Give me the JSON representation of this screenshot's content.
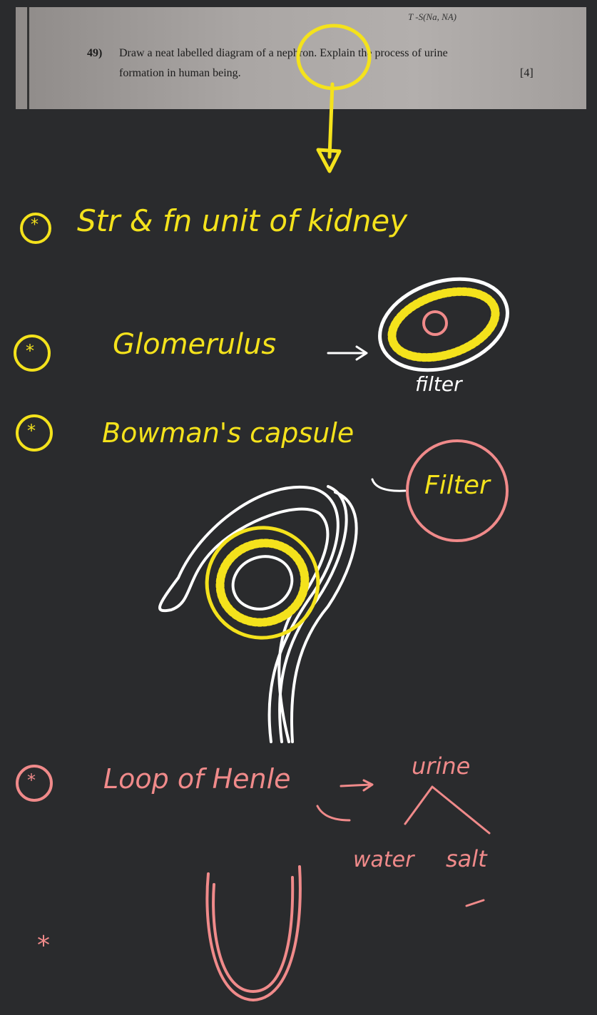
{
  "question": {
    "number": "49)",
    "line1": "Draw a neat labelled diagram of a nephron. Explain the process of urine",
    "line2": "formation in human being.",
    "marks": "[4]",
    "scribble": "T -S(Na, NA)"
  },
  "notes": {
    "bullet": "*",
    "line1": "Str & fn unit of kidney",
    "line2": "Glomerulus",
    "line2_label": "filter",
    "line3": "Bowman's capsule",
    "line3_label": "Filter",
    "line4": "Loop of Henle",
    "line4_result": "urine",
    "line4_branch_left": "water",
    "line4_branch_right": "salt",
    "last_bullet": "*"
  },
  "colors": {
    "background": "#2a2b2d",
    "yellow": "#f4e21c",
    "pink": "#f08a8a",
    "white": "#ffffff"
  }
}
